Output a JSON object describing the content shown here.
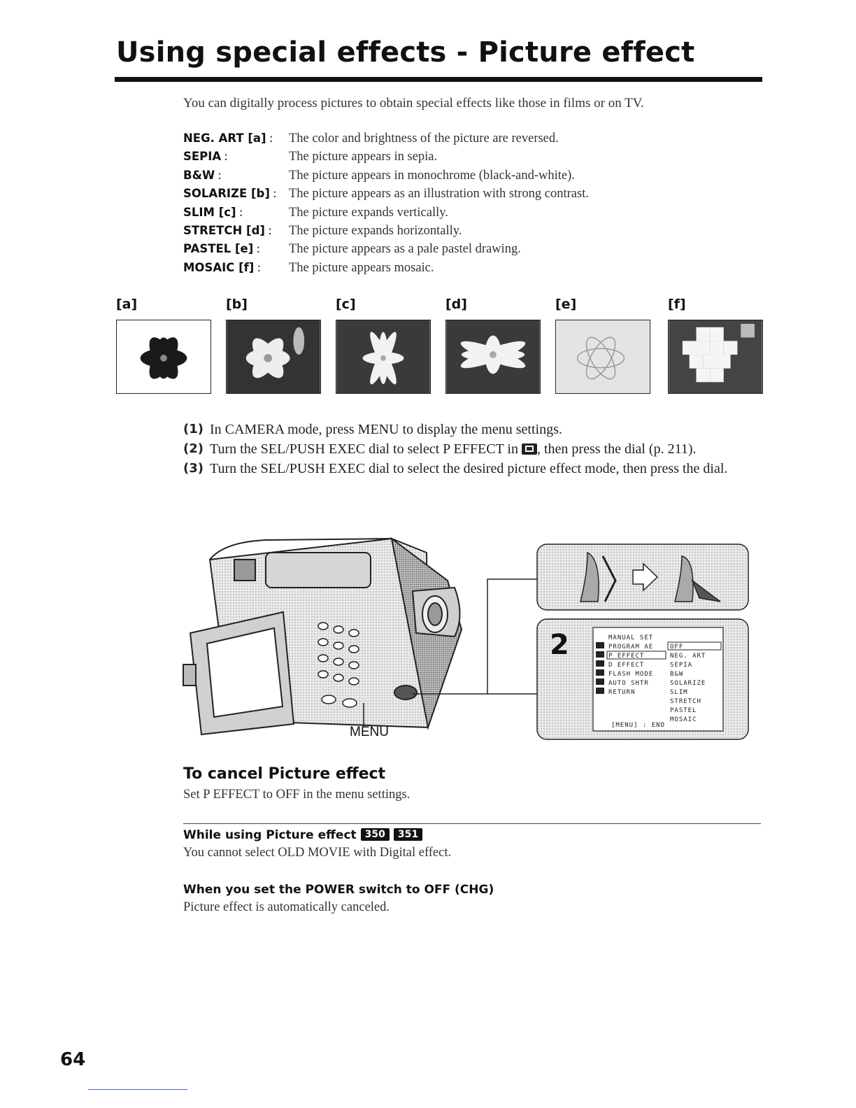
{
  "title": "Using special effects - Picture effect",
  "intro": "You can digitally process pictures to obtain special effects like those in films or on TV.",
  "effects": [
    {
      "name": "NEG. ART [a]",
      "desc": "The color and brightness of the picture are reversed."
    },
    {
      "name": "SEPIA",
      "desc": "The picture appears in sepia."
    },
    {
      "name": "B&W",
      "desc": "The picture appears in monochrome (black-and-white)."
    },
    {
      "name": "SOLARIZE [b]",
      "desc": "The picture appears as an illustration with strong contrast."
    },
    {
      "name": "SLIM [c]",
      "desc": "The picture expands vertically."
    },
    {
      "name": "STRETCH [d]",
      "desc": "The picture expands horizontally."
    },
    {
      "name": "PASTEL [e]",
      "desc": "The picture appears as a pale pastel drawing."
    },
    {
      "name": "MOSAIC [f]",
      "desc": "The picture appears mosaic."
    }
  ],
  "samples": [
    {
      "label": "[a]"
    },
    {
      "label": "[b]"
    },
    {
      "label": "[c]"
    },
    {
      "label": "[d]"
    },
    {
      "label": "[e]"
    },
    {
      "label": "[f]"
    }
  ],
  "steps": [
    {
      "num": "(1)",
      "text": "In CAMERA mode, press MENU to display the menu settings."
    },
    {
      "num": "(2)",
      "text_before": "Turn the SEL/PUSH EXEC dial to select P EFFECT in",
      "text_after": ", then press the dial (p. 211)."
    },
    {
      "num": "(3)",
      "text": "Turn the SEL/PUSH EXEC dial to select the desired picture effect mode, then press the dial."
    }
  ],
  "illustration": {
    "menu_label": "MENU",
    "step_number": "2",
    "lcd": {
      "header": "MANUAL SET",
      "items": [
        "PROGRAM AE",
        "P EFFECT",
        "D EFFECT",
        "FLASH MODE",
        "AUTO SHTR",
        "RETURN"
      ],
      "options": [
        "OFF",
        "NEG. ART",
        "SEPIA",
        "B&W",
        "SOLARIZE",
        "SLIM",
        "STRETCH",
        "PASTEL",
        "MOSAIC"
      ],
      "footer": "[MENU] : END"
    }
  },
  "cancel": {
    "heading": "To cancel Picture effect",
    "body": "Set P EFFECT to OFF in the menu settings."
  },
  "notes": [
    {
      "heading": "While using Picture effect",
      "badges": [
        "350",
        "351"
      ],
      "body": "You cannot select OLD MOVIE with Digital effect."
    },
    {
      "heading": "When you set the POWER switch to OFF (CHG)",
      "badges": [],
      "body": "Picture effect is automatically canceled."
    }
  ],
  "page_number": "64",
  "colors": {
    "text": "#1a1a1a",
    "rule": "#111111",
    "footer_rule": "#4466cc"
  }
}
